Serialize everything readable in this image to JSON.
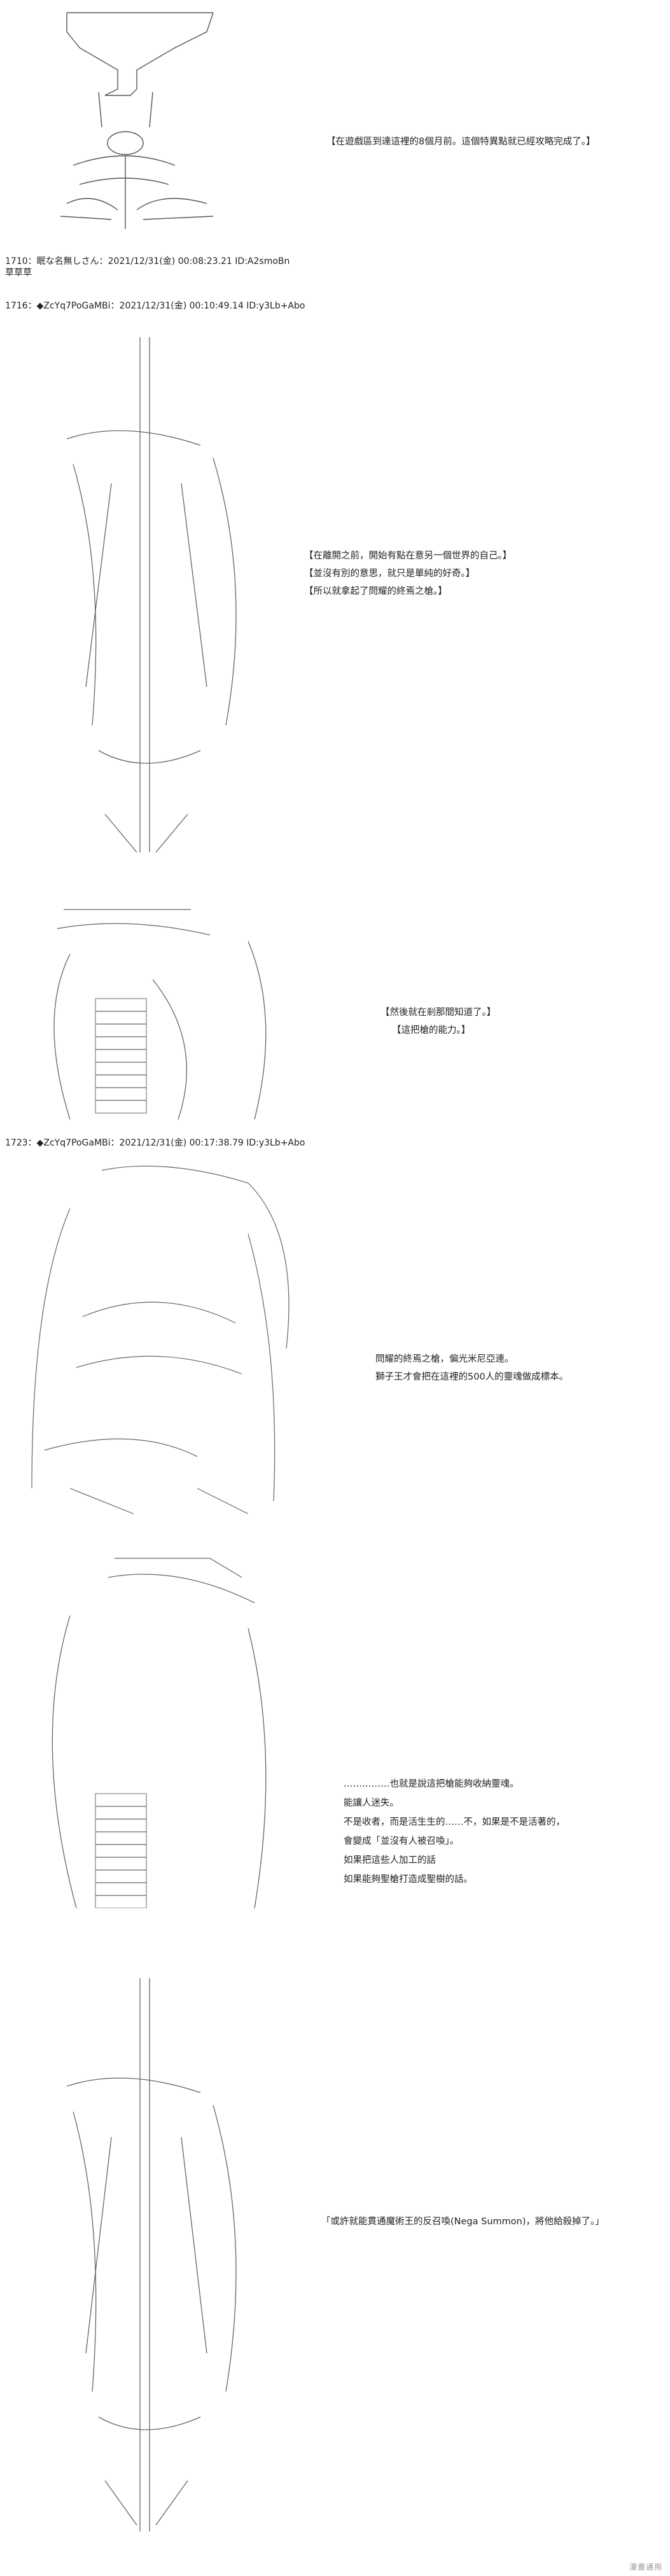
{
  "posts": [
    {
      "header": "1710：眠な名無しさん：2021/12/31(金) 00:08:23.21 ID:A2smoBn",
      "body": "草草草"
    },
    {
      "header": "1716：◆ZcYq7PoGaMBi：2021/12/31(金) 00:10:49.14 ID:y3Lb+Abo"
    },
    {
      "header": "1723：◆ZcYq7PoGaMBi：2021/12/31(金) 00:17:38.79 ID:y3Lb+Abo"
    }
  ],
  "dialogues": {
    "d1": [
      "【在遊戲區到達這裡的8個月前。這個特異點就已經攻略完成了。】"
    ],
    "d2": [
      "【在離開之前，開始有點在意另一個世界的自己。】",
      "【並沒有別的意思，就只是單純的好奇。】",
      "【所以就拿起了問耀的終焉之槍。】"
    ],
    "d3": [
      "【然後就在剎那間知道了。】",
      "【這把槍的能力。】"
    ],
    "d4": [
      "問耀的終焉之槍，偏光米尼亞連。",
      "獅子王才會把在這裡的500人的靈魂做成標本。"
    ],
    "d5": [
      "……………也就是說這把槍能夠收納靈魂。",
      "能讓人迷失。",
      "不是收者，而是活生生的……不，如果是不是活著的，",
      "會變成「並沒有人被召喚」。",
      "如果把這些人加工的話",
      "如果能夠聖槍打造成聖樹的話。"
    ],
    "d6": [
      "「或許就能貫通魔術王的反召喚(Nega Summon)，將他給殺掉了。」"
    ]
  },
  "watermark": "漫畫通用"
}
